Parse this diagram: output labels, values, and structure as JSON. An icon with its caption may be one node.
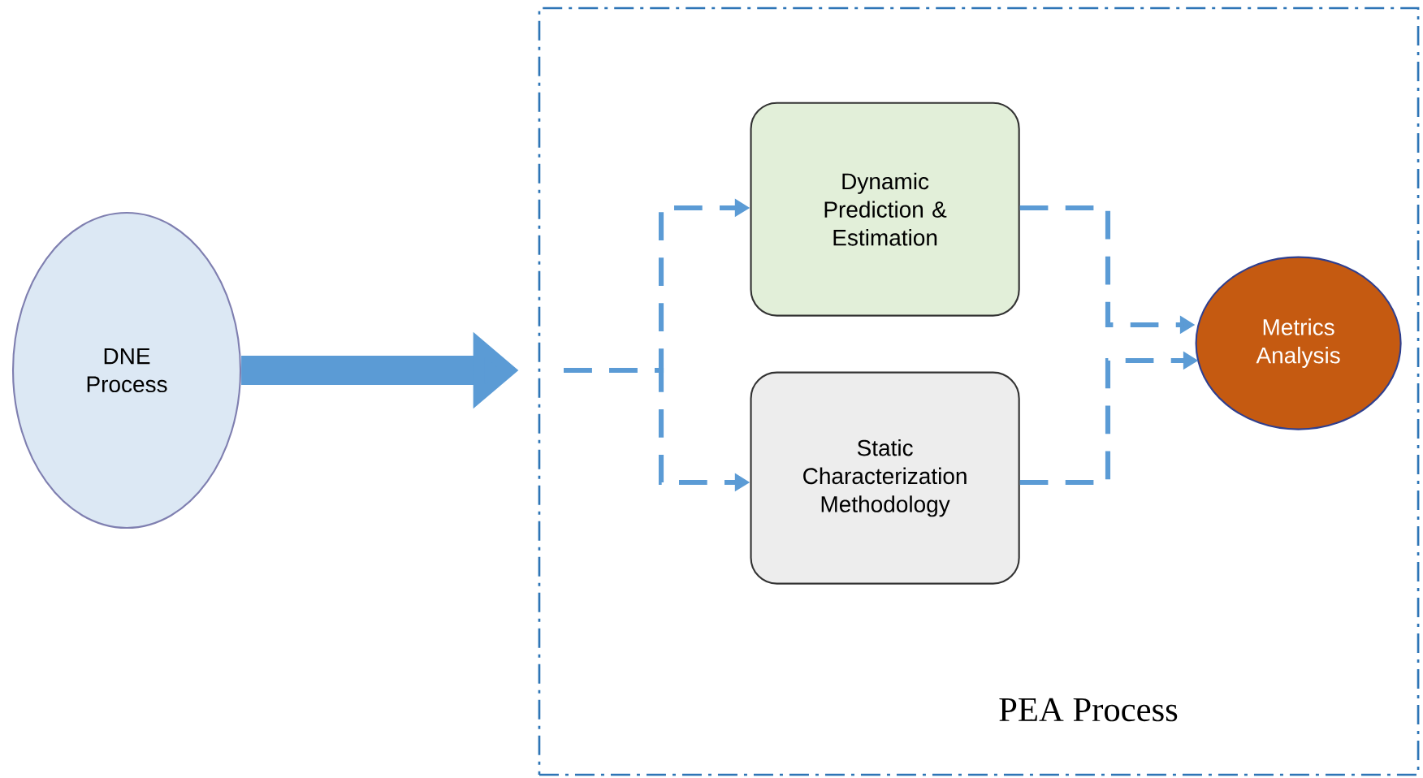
{
  "diagram": {
    "nodes": [
      {
        "text": [
          "DNE Process"
        ]
      },
      {
        "text": [
          "PEA Process"
        ]
      },
      {
        "text": [
          "Dynamic Prediction & Estimation"
        ],
        "in": 1
      },
      {
        "text": [
          "Static Characterization Methodology"
        ],
        "in": 1
      },
      {
        "text": [
          "Metrics Analysis"
        ],
        "in": 1
      }
    ],
    "edges": [
      {
        "from": 0,
        "to": 1,
        "arrow": "to",
        "style": "thick"
      },
      {
        "from": null,
        "to": 2,
        "arrow": "to",
        "style": "dashed"
      },
      {
        "from": null,
        "to": 3,
        "arrow": "to",
        "style": "dashed"
      },
      {
        "from": 2,
        "to": 4,
        "arrow": "to",
        "style": "dashed"
      },
      {
        "from": 3,
        "to": 4,
        "arrow": "to",
        "style": "dashed"
      }
    ]
  }
}
